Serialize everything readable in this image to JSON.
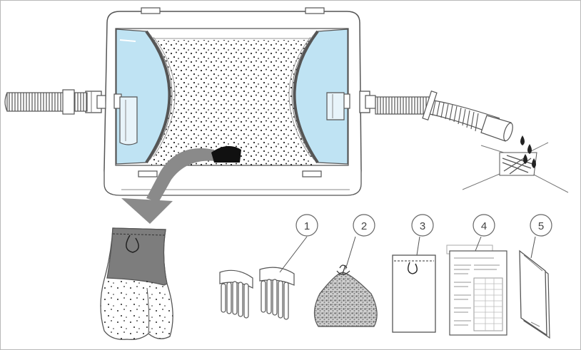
{
  "callouts": [
    {
      "number": "1",
      "item": "bracket-inserts"
    },
    {
      "number": "2",
      "item": "filter-media-bag"
    },
    {
      "number": "3",
      "item": "spare-bag"
    },
    {
      "number": "4",
      "item": "record-sheet"
    },
    {
      "number": "5",
      "item": "manual-booklet"
    }
  ],
  "colors": {
    "outline": "#555555",
    "water_blue": "#bfe3f3",
    "arrow_gray": "#8a8a8a",
    "bag_gray": "#7d7d7d",
    "dark_drop": "#222222"
  }
}
